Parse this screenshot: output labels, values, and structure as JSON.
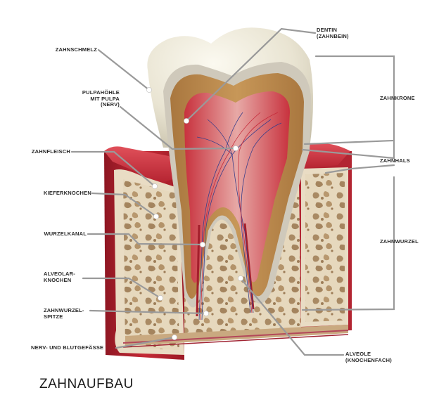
{
  "title": "ZAHNAUFBAU",
  "labels": {
    "zahnschmelz": "ZAHNSCHMELZ",
    "dentin": "DENTIN\n(ZAHNBEIN)",
    "pulpa": "PULPAHÖHLE\nMIT PULPA\n(NERV)",
    "zahnkrone": "ZAHNKRONE",
    "zahnfleisch": "ZAHNFLEISCH",
    "zahnhals": "ZAHNHALS",
    "kieferknochen": "KIEFERKNOCHEN",
    "wurzelkanal": "WURZELKANAL",
    "zahnwurzel": "ZAHNWURZEL",
    "alveolarknochen": "ALVEOLAR-\nKNOCHEN",
    "wurzelspitze": "ZAHNWURZEL-\nSPITZE",
    "nerv": "NERV- UND BLUTGEFÄSSE",
    "alveole": "ALVEOLE\n(KNOCHENFACH)"
  }
}
